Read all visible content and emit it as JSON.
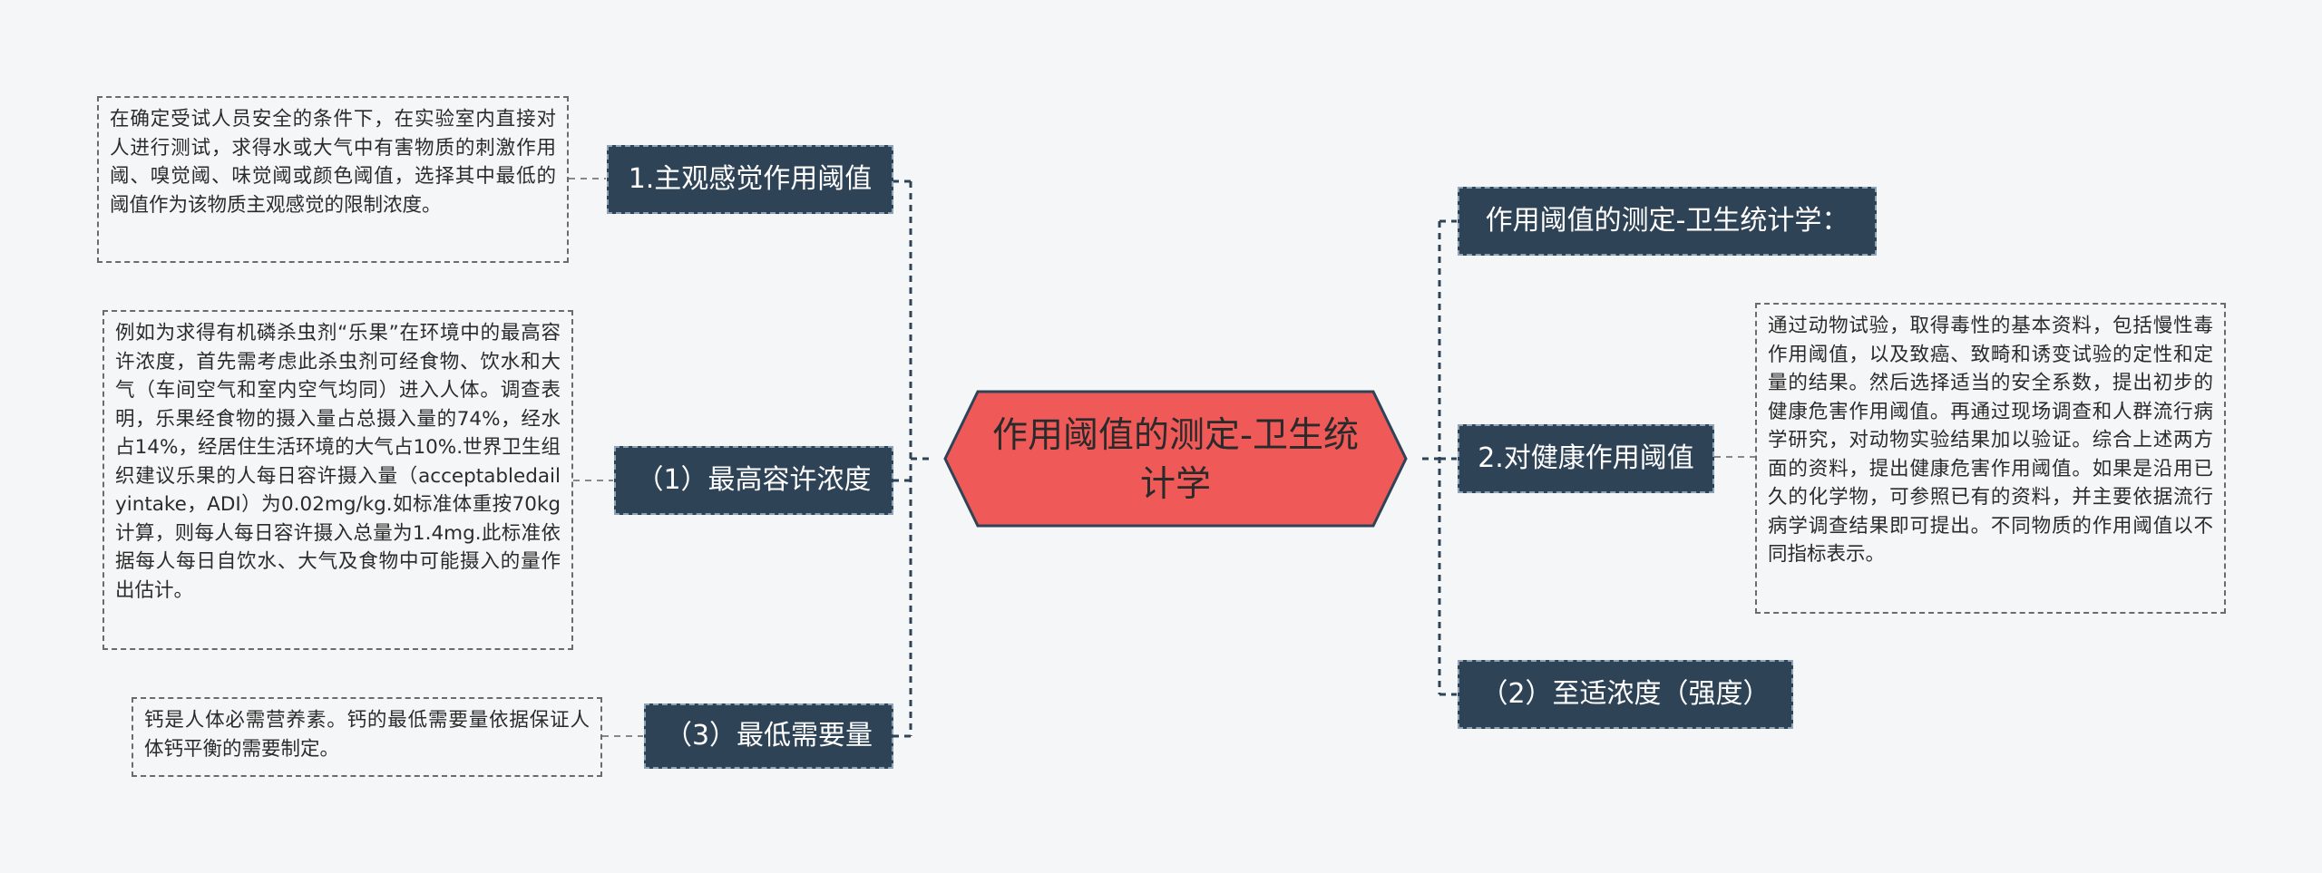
{
  "center": {
    "title": "作用阈值的测定-卫生统计学"
  },
  "left": {
    "branch1": {
      "label": "1.主观感觉作用阈值",
      "note": "在确定受试人员安全的条件下，在实验室内直接对人进行测试，求得水或大气中有害物质的刺激作用阈、嗅觉阈、味觉阈或颜色阈值，选择其中最低的阈值作为该物质主观感觉的限制浓度。"
    },
    "branch2": {
      "label": "（1）最高容许浓度",
      "note": "例如为求得有机磷杀虫剂“乐果”在环境中的最高容许浓度，首先需考虑此杀虫剂可经食物、饮水和大气（车间空气和室内空气均同）进入人体。调查表明，乐果经食物的摄入量占总摄入量的74%，经水占14%，经居住生活环境的大气占10%.世界卫生组织建议乐果的人每日容许摄入量（acceptabledailyintake，ADI）为0.02mg/kg.如标准体重按70kg计算，则每人每日容许摄入总量为1.4mg.此标准依据每人每日自饮水、大气及食物中可能摄入的量作出估计。"
    },
    "branch3": {
      "label": "（3）最低需要量",
      "note": "钙是人体必需营养素。钙的最低需要量依据保证人体钙平衡的需要制定。"
    }
  },
  "right": {
    "branch1": {
      "label": "作用阈值的测定-卫生统计学："
    },
    "branch2": {
      "label": "2.对健康作用阈值",
      "note": "通过动物试验，取得毒性的基本资料，包括慢性毒作用阈值，以及致癌、致畸和诱变试验的定性和定量的结果。然后选择适当的安全系数，提出初步的健康危害作用阈值。再通过现场调查和人群流行病学研究，对动物实验结果加以验证。综合上述两方面的资料，提出健康危害作用阈值。如果是沿用已久的化学物，可参照已有的资料，并主要依据流行病学调查结果即可提出。不同物质的作用阈值以不同指标表示。"
    },
    "branch3": {
      "label": "（2）至适浓度（强度）"
    }
  },
  "colors": {
    "center_fill": "#ef5958",
    "center_stroke": "#2f4357",
    "node_fill": "#2f4357",
    "connector": "#2f4357",
    "background": "#f5f6f7"
  }
}
